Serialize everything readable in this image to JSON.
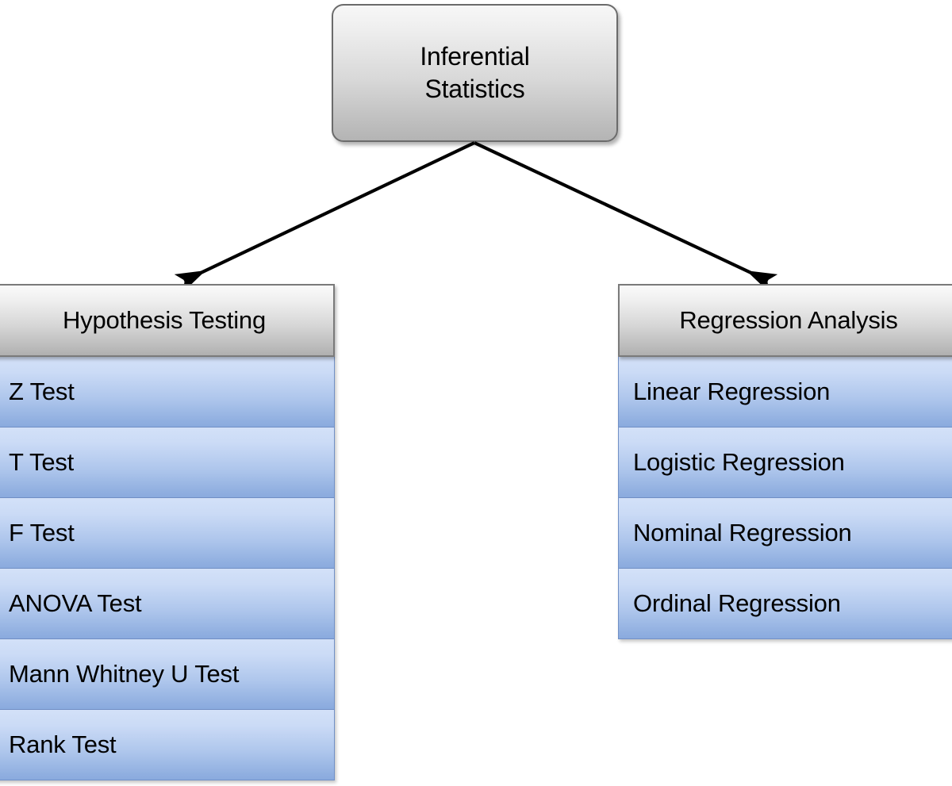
{
  "diagram": {
    "title": "Inferential Statistics",
    "root": {
      "label": "Inferential\nStatistics"
    },
    "branches": [
      {
        "id": "hypothesis-testing",
        "header": "Hypothesis Testing",
        "items": [
          "Z Test",
          "T Test",
          "F Test",
          "ANOVA Test",
          "Mann Whitney U Test",
          "Rank Test"
        ]
      },
      {
        "id": "regression-analysis",
        "header": "Regression Analysis",
        "items": [
          "Linear Regression",
          "Logistic Regression",
          "Nominal Regression",
          "Ordinal Regression"
        ]
      }
    ],
    "connectors": [
      {
        "id": "root-to-hypothesis-testing",
        "from": "root",
        "to": "hypothesis-testing",
        "marker": "arrowhead"
      },
      {
        "id": "root-to-regression-analysis",
        "from": "root",
        "to": "regression-analysis",
        "marker": "arrowhead"
      }
    ],
    "colors": {
      "background": "#ffffff",
      "node_border": "#6b6b6b",
      "node_gradient_top": "#f7f7f7",
      "node_gradient_bottom": "#b4b4b4",
      "header_gradient_top": "#fafafa",
      "header_gradient_bottom": "#b0b0b0",
      "item_border": "#7190c6",
      "item_gradient_top": "#d3e1f8",
      "item_gradient_bottom": "#8aaade",
      "connector": "#000000",
      "text": "#000000"
    }
  }
}
